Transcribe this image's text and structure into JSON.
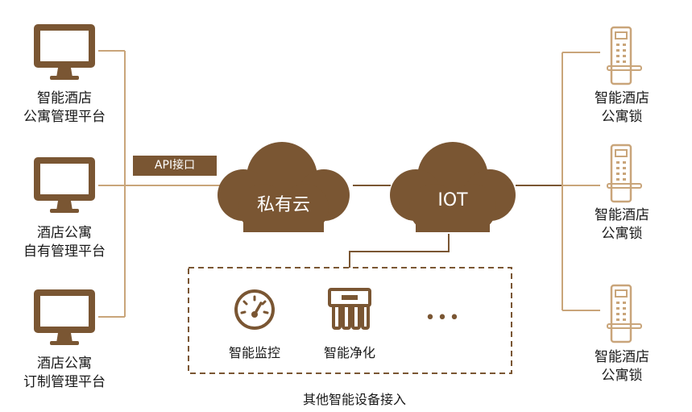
{
  "left_platforms": [
    {
      "line1": "智能酒店",
      "line2": "公寓管理平台"
    },
    {
      "line1": "酒店公寓",
      "line2": "自有管理平台"
    },
    {
      "line1": "酒店公寓",
      "line2": "订制管理平台"
    }
  ],
  "api_label": "API接口",
  "clouds": {
    "private": "私有云",
    "iot": "IOT"
  },
  "devices": {
    "monitor": "智能监控",
    "purify": "智能净化",
    "more": "•••"
  },
  "devices_group_label": "其他智能设备接入",
  "right_locks": [
    {
      "line1": "智能酒店",
      "line2": "公寓锁"
    },
    {
      "line1": "智能酒店",
      "line2": "公寓锁"
    },
    {
      "line1": "智能酒店",
      "line2": "公寓锁"
    }
  ],
  "colors": {
    "brand_brown": "#7a5633",
    "line_tan": "#c9a57a"
  }
}
